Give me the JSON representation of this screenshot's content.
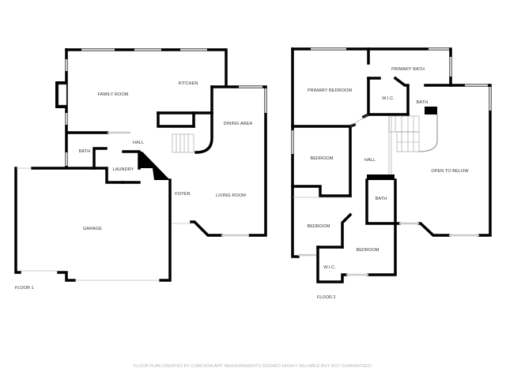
{
  "floor1": {
    "label": "FLOOR 1",
    "rooms": {
      "family_room": "FAMILY ROOM",
      "kitchen": "KITCHEN",
      "dining_area": "DINING AREA",
      "hall": "HALL",
      "bath": "BATH",
      "laundry": "LAUNDRY",
      "foyer": "FOYER",
      "living_room": "LIVING ROOM",
      "garage": "GARAGE"
    }
  },
  "floor2": {
    "label": "FLOOR 2",
    "rooms": {
      "primary_bedroom": "PRIMARY BEDROOM",
      "primary_bath": "PRIMARY BATH",
      "wic_primary": "W.I.C.",
      "bath_primary": "BATH",
      "bedroom_1": "BEDROOM",
      "hall": "HALL",
      "open_to_below": "OPEN TO BELOW",
      "bath_hall": "BATH",
      "bedroom_2": "BEDROOM",
      "bedroom_3": "BEDROOM",
      "wic_bedroom": "W.I.C."
    }
  },
  "footer": "FLOOR PLAN CREATED BY CUBICASA APP. MEASUREMENTS DEEMED HIGHLY RELIABLE BUT NOT GUARANTEED."
}
